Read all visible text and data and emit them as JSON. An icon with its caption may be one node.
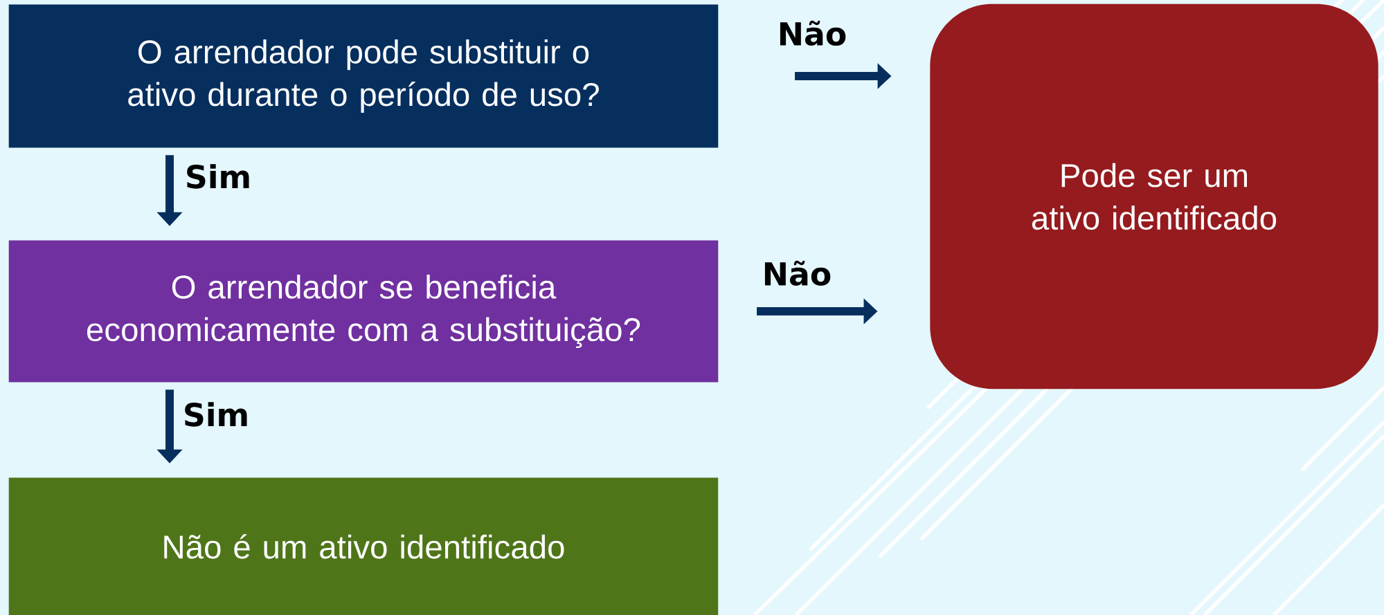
{
  "diagram": {
    "nodes": [
      {
        "text": [
          "O arrendador pode substituir o ativo durante o período de uso?"
        ]
      },
      {
        "text": [
          "O arrendador se beneficia economicamente com a substituição?"
        ]
      },
      {
        "text": [
          "Não é um ativo identificado"
        ]
      },
      {
        "text": [
          "Pode ser um ativo identificado"
        ]
      }
    ],
    "edges": [
      {
        "from": 0,
        "to": 3,
        "arrow": "to",
        "label": "Não"
      },
      {
        "from": 0,
        "to": 1,
        "arrow": "to",
        "label": "Sim"
      },
      {
        "from": 1,
        "to": 3,
        "arrow": "to",
        "label": "Não"
      },
      {
        "from": 1,
        "to": 2,
        "arrow": "to",
        "label": "Sim"
      }
    ]
  }
}
